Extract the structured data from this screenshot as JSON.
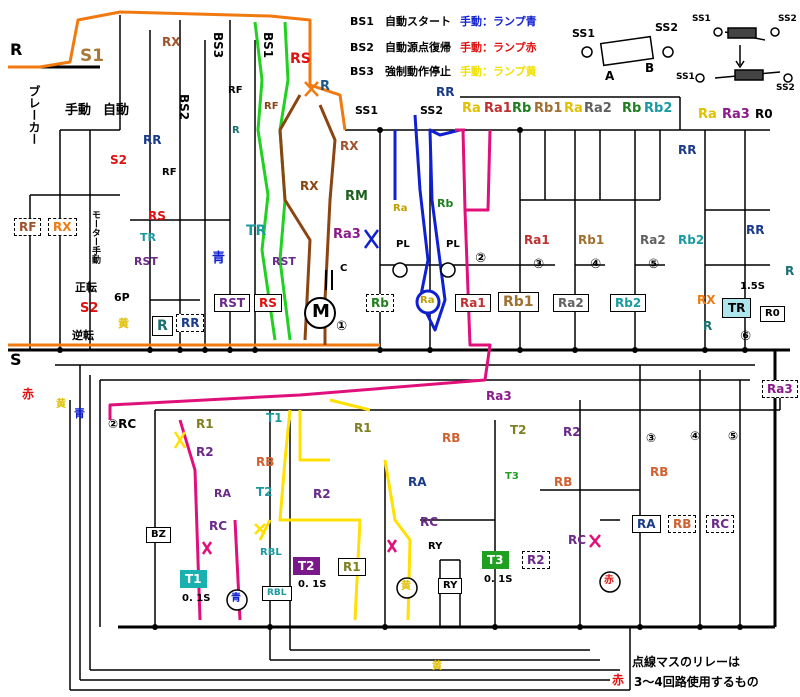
{
  "rails": {
    "r": "R",
    "s": "S",
    "breaker": "ブレーカー"
  },
  "legend": {
    "bs1": "BS1　自動スタート",
    "bs2": "BS2　自動源点復帰",
    "bs3": "BS3　強制動作停止",
    "blue": "手動：ランプ青",
    "red": "手動：ランプ赤",
    "yellow": "手動：ランプ黄"
  },
  "switch_diagram": {
    "ss1": "SS1",
    "ss2": "SS2",
    "a": "A",
    "b": "B"
  },
  "left_panel": {
    "s1": "S1",
    "rx": "RX",
    "bs3": "BS3",
    "bs1": "BS1",
    "rs": "RS",
    "r_mark": "R",
    "manual": "手動",
    "auto": "自動",
    "bs2": "BS2",
    "rf": "RF",
    "rr": "RR",
    "s2": "S2",
    "motor_manual": "モーター手動",
    "tr": "TR",
    "rst": "RST",
    "blue": "青",
    "forward": "正転",
    "reverse": "逆転",
    "sixp": "6P",
    "yellow": "黄",
    "r_box": "R",
    "rm": "RM",
    "ra3": "Ra3",
    "c": "C",
    "motor": "M",
    "circle1": "①"
  },
  "top_row": {
    "ss1": "SS1",
    "ss2": "SS2",
    "rr": "RR",
    "contacts": [
      "Ra",
      "Ra1",
      "Rb",
      "Rb1",
      "Ra",
      "Ra2",
      "Rb",
      "Rb2",
      "Ra",
      "Ra3",
      "R0"
    ]
  },
  "upper_mid": {
    "ra": "Ra",
    "rb": "Rb",
    "pl1": "PL",
    "pl2": "PL",
    "ra1": "Ra1",
    "rb1": "Rb1",
    "ra2": "Ra2",
    "rb2": "Rb2",
    "rr": "RR",
    "rx": "RX",
    "r": "R",
    "circle2": "②",
    "circle3": "③",
    "circle4": "④",
    "circle5": "⑤",
    "circle6": "⑥",
    "t15": "1.5S"
  },
  "coils_top": [
    "RF",
    "RX",
    "RST",
    "RS",
    "Rb",
    "Ra",
    "Ra1",
    "Rb1",
    "Ra2",
    "Rb2",
    "TR",
    "R0",
    "Ra3"
  ],
  "lower": {
    "red": "赤",
    "yellow": "黄",
    "blue": "青",
    "circle2rc": "②RC",
    "r1a": "R1",
    "r2a": "R2",
    "t1": "T1",
    "r1b": "R1",
    "ra_lbl": "RA",
    "rb_lbl": "RB",
    "t2lbl": "T2",
    "r2b": "R2",
    "rc_a": "RC",
    "rbl": "RBL",
    "ra_mid": "RA",
    "rc_b": "RC",
    "ry": "RY",
    "ra3": "Ra3",
    "t2b": "T2",
    "r2c": "R2",
    "t3": "T3",
    "rb_b": "RB",
    "rb_c": "RB",
    "rc_c": "RC",
    "circle3": "③",
    "circle4": "④",
    "circle5": "⑤"
  },
  "coils_bottom": [
    "BZ",
    "T1",
    "RBL",
    "T2",
    "R1",
    "RY",
    "T3",
    "R2",
    "RA",
    "RB",
    "RC"
  ],
  "lamps": [
    "青",
    "黄",
    "赤"
  ],
  "timers": [
    "0. 1S",
    "0. 1S",
    "0. 1S"
  ],
  "note": {
    "line1": "点線マスのリレーは",
    "line2": "3～4回路使用するもの"
  }
}
